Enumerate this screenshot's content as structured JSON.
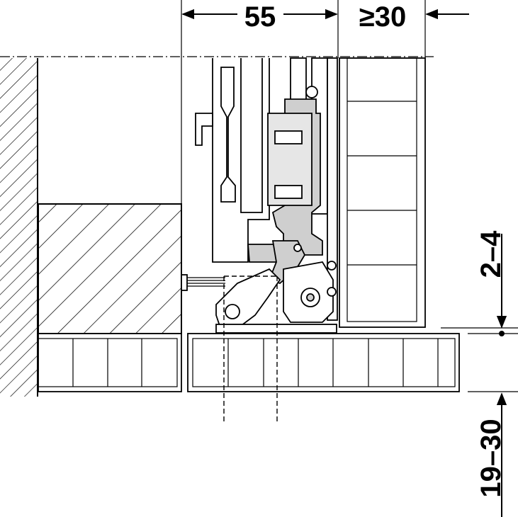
{
  "dimensions": {
    "top_width": "55",
    "top_gap": "≥30",
    "side_gap": "2–4",
    "thickness": "19–30"
  },
  "colors": {
    "line": "#000000",
    "part_fill": "#cfcfcf",
    "background": "#ffffff"
  }
}
